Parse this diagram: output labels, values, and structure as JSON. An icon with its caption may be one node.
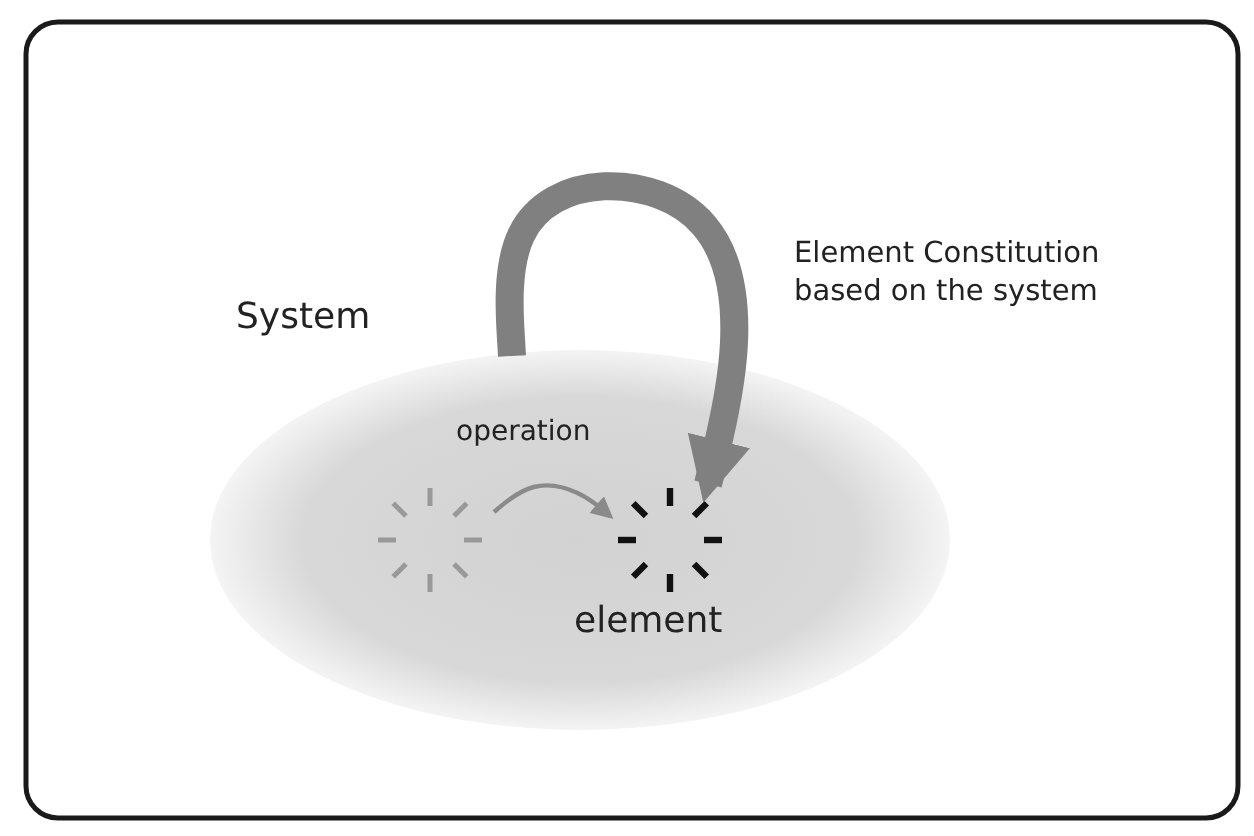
{
  "diagram": {
    "nodes": [
      {
        "text": [
          "System"
        ]
      },
      {
        "text": [],
        "shape": "circle",
        "in": 0
      },
      {
        "text": [
          "element"
        ],
        "in": 0
      }
    ],
    "edges": [
      {
        "from": 0,
        "to": 2,
        "arrow": "to",
        "label": "Element Constitution based on the system",
        "style": "thick"
      },
      {
        "from": 1,
        "to": 2,
        "arrow": "to",
        "label": "operation",
        "color": "#8a8a8a"
      }
    ]
  }
}
